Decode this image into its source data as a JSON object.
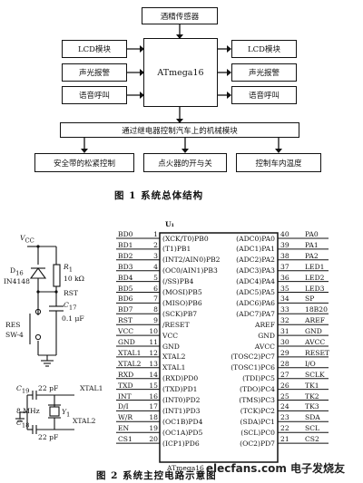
{
  "fig1": {
    "sensor": "酒精传感器",
    "mcu": "ATmega16",
    "left_blocks": [
      "LCD模块",
      "声光报警",
      "语音呼叫"
    ],
    "right_blocks": [
      "LCD模块",
      "声光报警",
      "语音呼叫"
    ],
    "relay_block": "通过继电器控制汽车上的机械模块",
    "bottom_blocks": [
      "安全带的松紧控制",
      "点火器的开与关",
      "控制车内温度"
    ],
    "caption": "图 1   系统总体结构"
  },
  "fig2": {
    "chip_ref": "U₁",
    "chip_name": "ATmega16",
    "vcc": "V",
    "vcc_sub": "CC",
    "diode": "D",
    "diode_sub": "16",
    "diode_part": "IN4148",
    "r1": "R",
    "r1_sub": "1",
    "r1_val": "10 kΩ",
    "rst": "RST",
    "c17": "C",
    "c17_sub": "17",
    "c17_val": "0.1 μF",
    "res_switch": "RES",
    "res_switch_part": "SW-4",
    "c19": "C",
    "c19_sub": "19",
    "c19_val": "22 pF",
    "c18": "C",
    "c18_sub": "18",
    "c18_val": "22 pF",
    "xtal_freq": "8 MHz",
    "y1": "Y",
    "y1_sub": "1",
    "xtal1": "XTAL1",
    "xtal2": "XTAL2",
    "left_pins": [
      {
        "net": "BD0",
        "num": "1",
        "name": "(XCK/T0)PB0"
      },
      {
        "net": "BD1",
        "num": "2",
        "name": "(T1)PB1"
      },
      {
        "net": "BD2",
        "num": "3",
        "name": "(INT2/AIN0)PB2"
      },
      {
        "net": "BD3",
        "num": "4",
        "name": "(OC0/AIN1)PB3"
      },
      {
        "net": "BD4",
        "num": "5",
        "name": "(/SS)PB4"
      },
      {
        "net": "BD5",
        "num": "6",
        "name": "(MOSI)PB5"
      },
      {
        "net": "BD6",
        "num": "7",
        "name": "(MISO)PB6"
      },
      {
        "net": "BD7",
        "num": "8",
        "name": "(SCK)PB7"
      },
      {
        "net": "RST",
        "num": "9",
        "name": "/RESET"
      },
      {
        "net": "VCC",
        "num": "10",
        "name": "VCC"
      },
      {
        "net": "GND",
        "num": "11",
        "name": "GND"
      },
      {
        "net": "XTAL1",
        "num": "12",
        "name": "XTAL2"
      },
      {
        "net": "XTAL2",
        "num": "13",
        "name": "XTAL1"
      },
      {
        "net": "RXD",
        "num": "14",
        "name": "(RXD)PD0"
      },
      {
        "net": "TXD",
        "num": "15",
        "name": "(TXD)PD1"
      },
      {
        "net": "INT",
        "num": "16",
        "name": "(INT0)PD2"
      },
      {
        "net": "D/I",
        "num": "17",
        "name": "(INT1)PD3"
      },
      {
        "net": "W/R",
        "num": "18",
        "name": "(OC1B)PD4"
      },
      {
        "net": "EN",
        "num": "19",
        "name": "(OC1A)PD5"
      },
      {
        "net": "CS1",
        "num": "20",
        "name": "(ICP1)PD6"
      }
    ],
    "right_pins": [
      {
        "net": "PA0",
        "num": "40",
        "name": "(ADC0)PA0"
      },
      {
        "net": "PA1",
        "num": "39",
        "name": "(ADC1)PA1"
      },
      {
        "net": "PA2",
        "num": "38",
        "name": "(ADC2)PA2"
      },
      {
        "net": "LED1",
        "num": "37",
        "name": "(ADC3)PA3"
      },
      {
        "net": "LED2",
        "num": "36",
        "name": "(ADC4)PA4"
      },
      {
        "net": "LED3",
        "num": "35",
        "name": "(ADC5)PA5"
      },
      {
        "net": "SP",
        "num": "34",
        "name": "(ADC6)PA6"
      },
      {
        "net": "18B20",
        "num": "33",
        "name": "(ADC7)PA7"
      },
      {
        "net": "AREF",
        "num": "32",
        "name": "AREF"
      },
      {
        "net": "GND",
        "num": "31",
        "name": "GND"
      },
      {
        "net": "AVCC",
        "num": "30",
        "name": "AVCC"
      },
      {
        "net": "RESET",
        "num": "29",
        "name": "(TOSC2)PC7"
      },
      {
        "net": "I/O",
        "num": "28",
        "name": "(TOSC1)PC6"
      },
      {
        "net": "SCLK",
        "num": "27",
        "name": "(TDI)PC5"
      },
      {
        "net": "TK1",
        "num": "26",
        "name": "(TDO)PC4"
      },
      {
        "net": "TK2",
        "num": "25",
        "name": "(TMS)PC3"
      },
      {
        "net": "TK3",
        "num": "24",
        "name": "(TCK)PC2"
      },
      {
        "net": "SDA",
        "num": "23",
        "name": "(SDA)PC1"
      },
      {
        "net": "SCL",
        "num": "22",
        "name": "(SCL)PC0"
      },
      {
        "net": "CS2",
        "num": "21",
        "name": "(OC2)PD7"
      }
    ],
    "caption": "图 2   系统主控电路示意图"
  },
  "watermark": "elecfans.com 电子发烧友"
}
